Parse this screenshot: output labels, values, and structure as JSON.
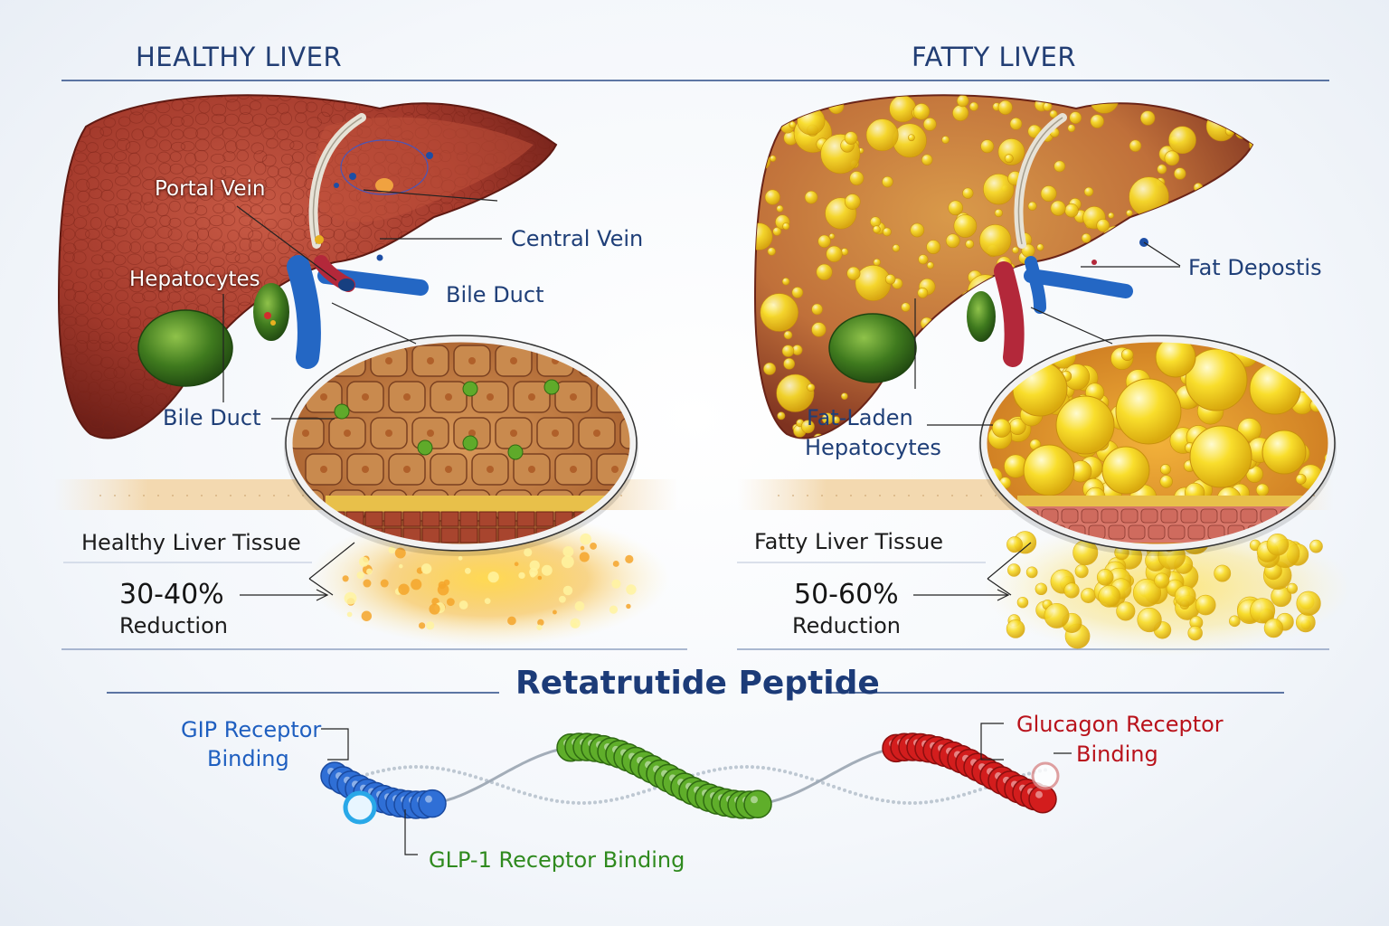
{
  "headers": {
    "healthy": "HEALTHY LIVER",
    "fatty": "FATTY LIVER"
  },
  "healthy": {
    "portal_vein": "Portal Vein",
    "central_vein": "Central Vein",
    "hepatocytes": "Hepatocytes",
    "bile_duct_right": "Bile Duct",
    "bile_duct_left": "Bile Duct",
    "tissue": "Healthy Liver Tissue",
    "reduction_value": "30-40%",
    "reduction_label": "Reduction"
  },
  "fatty": {
    "fat_deposits": "Fat Depostis",
    "fat_laden_line1": "Fat-Laden",
    "fat_laden_line2": "Hepatocytes",
    "tissue": "Fatty Liver Tissue",
    "reduction_value": "50-60%",
    "reduction_label": "Reduction"
  },
  "peptide": {
    "title": "Retatrutide Peptide",
    "gip_line1": "GIP Receptor",
    "gip_line2": "Binding",
    "glp1": "GLP-1 Receptor Binding",
    "glucagon_line1": "Glucagon Receptor",
    "glucagon_line2": "Binding"
  },
  "colors": {
    "navy": "#1f3f78",
    "liver_red": "#a8382c",
    "fat_yellow": "#f6d21f",
    "gall_green": "#3f7a1e",
    "vein_blue": "#2467c4",
    "gip_blue": "#2f6fd6",
    "glp1_green": "#5fae2a",
    "glucagon_red": "#d31d1d"
  }
}
